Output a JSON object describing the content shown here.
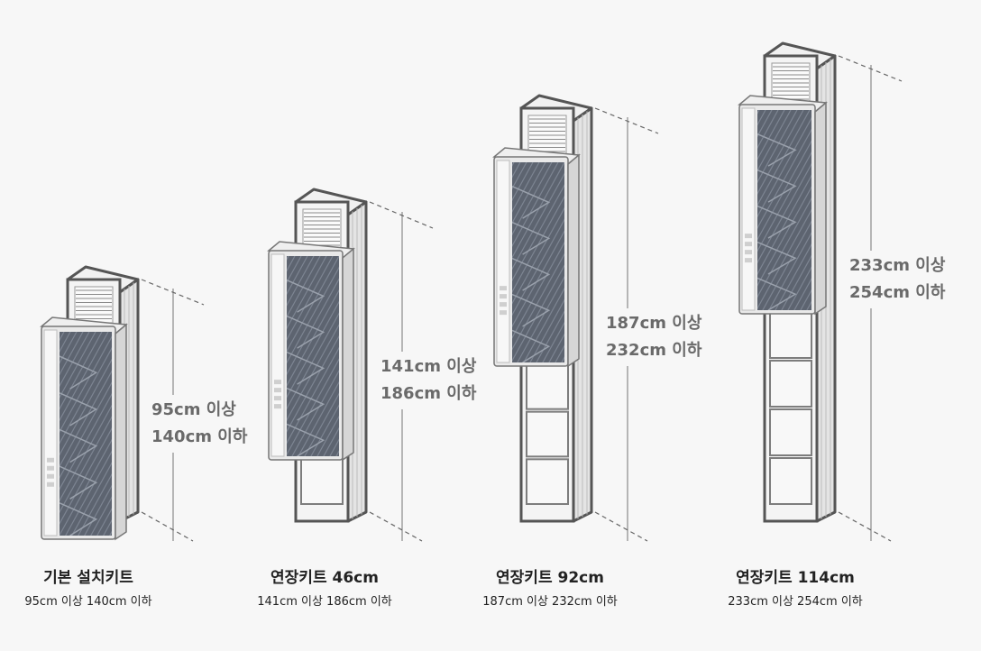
{
  "kits": [
    {
      "title": "기본 설치키트",
      "subtitle": "95cm 이상 140cm 이하",
      "range_min": "95cm 이상",
      "range_max": "140cm 이하",
      "extension_panels": 0
    },
    {
      "title": "연장키트 46cm",
      "subtitle": "141cm 이상 186cm 이하",
      "range_min": "141cm 이상",
      "range_max": "186cm 이하",
      "extension_panels": 1
    },
    {
      "title": "연장키트 92cm",
      "subtitle": "187cm 이상 232cm 이하",
      "range_min": "187cm 이상",
      "range_max": "232cm 이하",
      "extension_panels": 3
    },
    {
      "title": "연장키트 114cm",
      "subtitle": "233cm 이상 254cm 이하",
      "range_min": "233cm 이상",
      "range_max": "254cm 이하",
      "extension_panels": 4
    }
  ],
  "colors": {
    "outline": "#555555",
    "unit_face": "#e9e9e9",
    "grille": "#5d6470",
    "dim_line": "#8a8a8a",
    "text": "#6a6a6a"
  }
}
